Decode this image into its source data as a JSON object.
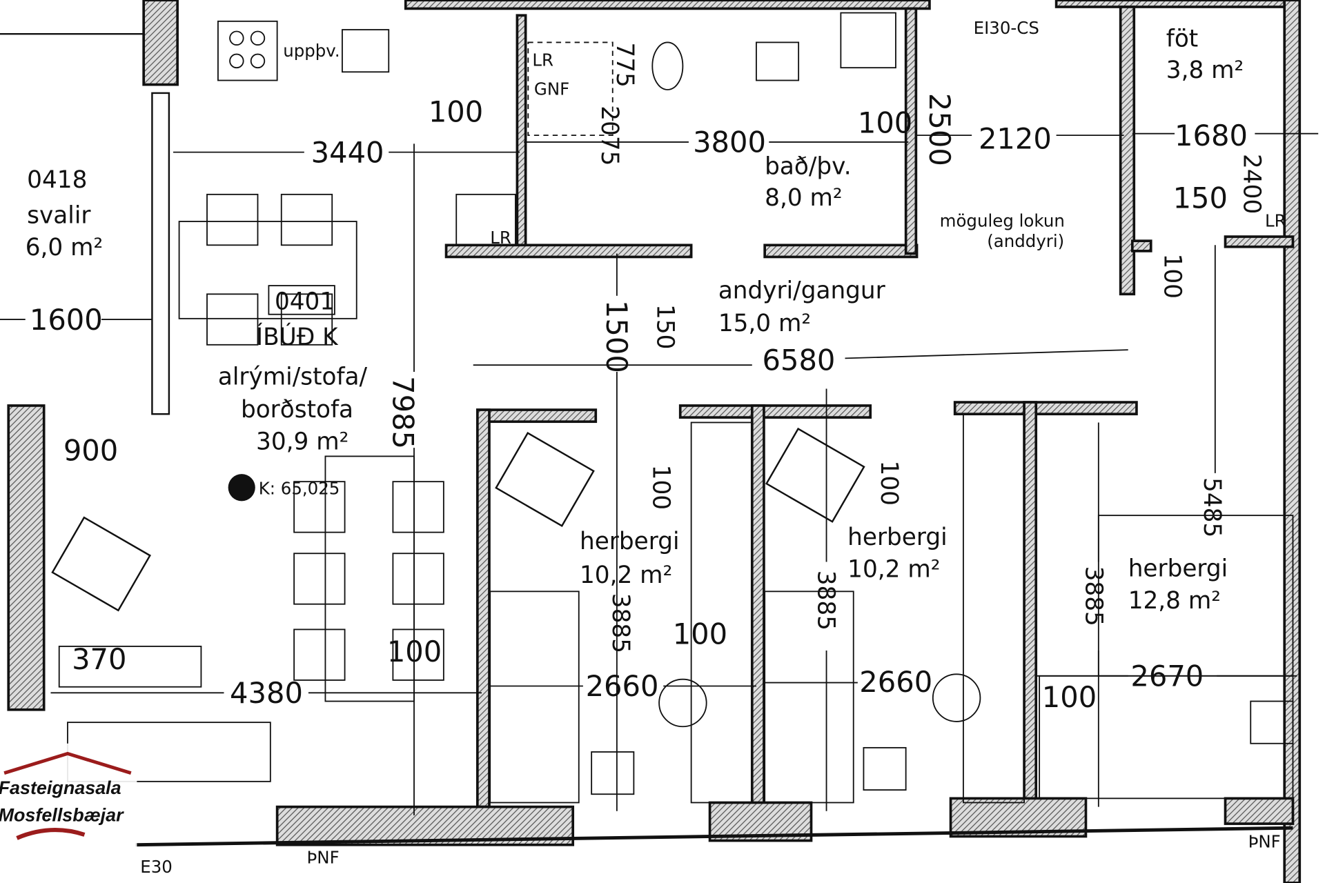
{
  "balcony": {
    "id": "0418",
    "name": "svalir",
    "area": "6,0 m²"
  },
  "apartment": {
    "id": "0401",
    "name": "ÍBÚÐ K",
    "elevation": "K: 65,025"
  },
  "rooms": {
    "living": {
      "name1": "alrými/stofa/",
      "name2": "borðstofa",
      "area": "30,9 m²"
    },
    "bath": {
      "name": "bað/þv.",
      "area": "8,0 m²"
    },
    "hall": {
      "name": "andyri/gangur",
      "area": "15,0 m²"
    },
    "closet": {
      "name": "föt",
      "area": "3,8 m²"
    },
    "bed1": {
      "name": "herbergi",
      "area": "10,2 m²"
    },
    "bed2": {
      "name": "herbergi",
      "area": "10,2 m²"
    },
    "bed3": {
      "name": "herbergi",
      "area": "12,8 m²"
    }
  },
  "labels": {
    "dishwasher": "uppþv.",
    "lr": "LR",
    "gnf": "GNF",
    "door": "EI30-CS",
    "closing1": "möguleg lokun",
    "closing2": "(anddyri)",
    "e30": "E30",
    "pnf": "ÞNF"
  },
  "dims": {
    "d1600": "1600",
    "d3440": "3440",
    "d100a": "100",
    "d775": "775",
    "d2075": "2075",
    "d3800": "3800",
    "d100b": "100",
    "d2500": "2500",
    "d2120": "2120",
    "d1680": "1680",
    "d2400": "2400",
    "d150a": "150",
    "d100c": "100",
    "d1500": "1500",
    "d150b": "150",
    "d6580": "6580",
    "d7985": "7985",
    "d900": "900",
    "d100d": "100",
    "d100e": "100",
    "d5485": "5485",
    "d3885a": "3885",
    "d3885b": "3885",
    "d3885c": "3885",
    "d100f": "100",
    "d370": "370",
    "d100g": "100",
    "d4380": "4380",
    "d2660a": "2660",
    "d2660b": "2660",
    "d2670": "2670",
    "d100h": "100"
  },
  "logo": {
    "line1": "Fasteignasala",
    "line2": "Mosfellsbæjar",
    "color": "#9b1c1c"
  }
}
